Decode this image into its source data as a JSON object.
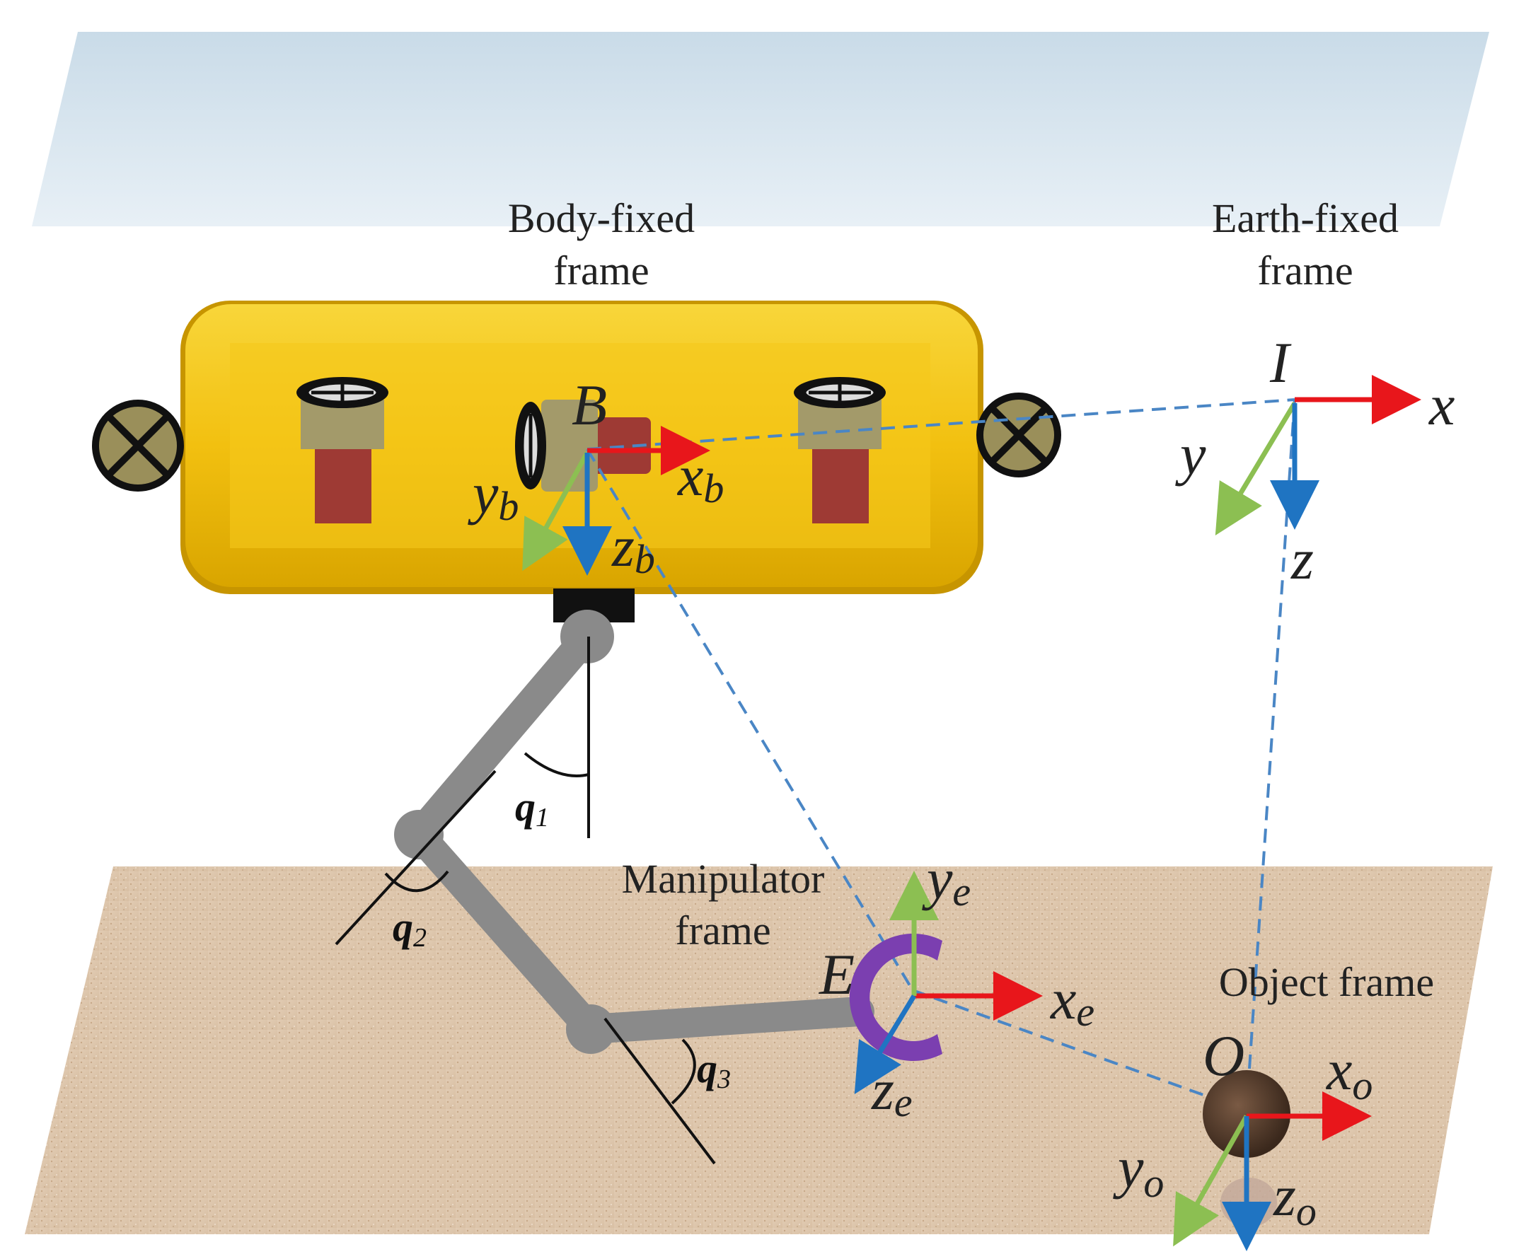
{
  "labels": {
    "body_frame_line1": "Body-fixed",
    "body_frame_line2": "frame",
    "earth_frame_line1": "Earth-fixed",
    "earth_frame_line2": "frame",
    "manip_frame_line1": "Manipulator",
    "manip_frame_line2": "frame",
    "object_frame": "Object frame"
  },
  "points": {
    "body": "B",
    "earth": "I",
    "end_effector": "E",
    "object": "O"
  },
  "earth_axes": {
    "x": "x",
    "y": "y",
    "z": "z"
  },
  "body_axes": {
    "x": "x",
    "y": "y",
    "z": "z",
    "sub": "b"
  },
  "manip_axes": {
    "x": "x",
    "y": "y",
    "z": "z",
    "sub": "e"
  },
  "object_axes": {
    "x": "x",
    "y": "y",
    "z": "z",
    "sub": "o"
  },
  "joints": {
    "q1": "q",
    "q1_sub": "1",
    "q2": "q",
    "q2_sub": "2",
    "q3": "q",
    "q3_sub": "3"
  },
  "colors": {
    "x_axis": "#e8161b",
    "y_axis": "#8cbf52",
    "z_axis": "#1f74c2",
    "vehicle_body": "#f2c010",
    "arm": "#8a8a8a",
    "gripper": "#7b3fb0",
    "dashed_link": "#4a86c5"
  }
}
